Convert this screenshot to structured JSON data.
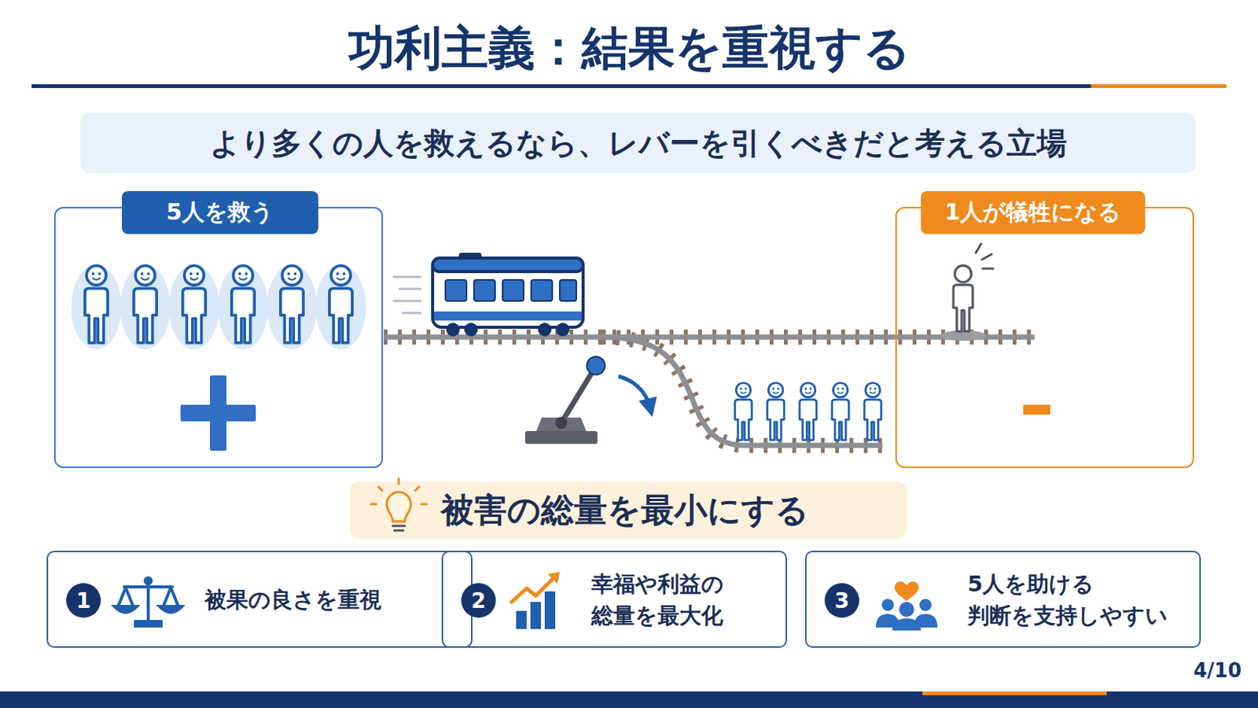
{
  "diagram": {
    "title": "功利主義：結果を重視する",
    "nodes": [
      {
        "text": [
          "より多くの人を救えるなら、レバーを引くべきだと考える立場"
        ]
      },
      {
        "text": [
          "5人を救う"
        ]
      },
      {
        "text": [
          "1人が犠牲になる"
        ]
      },
      {
        "text": [
          "被害の総量を最小にする"
        ]
      },
      {
        "text": [
          "1",
          "被果の良さを重視"
        ]
      },
      {
        "text": [
          "2",
          "幸福や利益の 総量を最大化"
        ]
      },
      {
        "text": [
          "3",
          "5人を助ける 判断を支持しやすい"
        ]
      }
    ],
    "labels": [
      "4/10"
    ]
  }
}
